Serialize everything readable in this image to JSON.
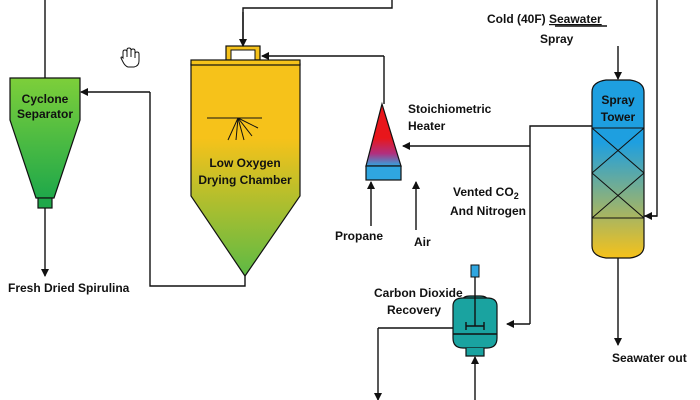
{
  "equipment": {
    "cyclone": {
      "line1": "Cyclone",
      "line2": "Separator"
    },
    "drying_chamber": {
      "line1": "Low Oxygen",
      "line2": "Drying Chamber"
    },
    "heater": {
      "line1": "Stoichiometric",
      "line2": "Heater"
    },
    "spray_tower": {
      "line1": "Spray",
      "line2": "Tower"
    },
    "co2_recovery": {
      "line1": "Carbon Dioxide",
      "line2": "Recovery"
    }
  },
  "streams": {
    "seawater_spray": {
      "line1_prefix": "Cold (40F) ",
      "line1_underlined": "Seawater",
      "line2": "Spray"
    },
    "vented": {
      "line1_base": "Vented CO",
      "line1_sub": "2",
      "line2": "And Nitrogen"
    },
    "propane": "Propane",
    "air": "Air",
    "fresh_dried": "Fresh Dried Spirulina",
    "seawater_out": "Seawater out"
  },
  "colors": {
    "cyclone_top": "#7dcf3a",
    "cyclone_bottom": "#1fa84a",
    "chamber_top": "#f6c21a",
    "chamber_bottom": "#5dba45",
    "heater_top": "#e8161b",
    "heater_bottom": "#2fa6e0",
    "tower_top": "#1e9fe0",
    "tower_bottom": "#f6c21a",
    "reactor": "#1aa3a0"
  },
  "icons": {
    "hand_cursor": "hand-cursor-icon"
  }
}
